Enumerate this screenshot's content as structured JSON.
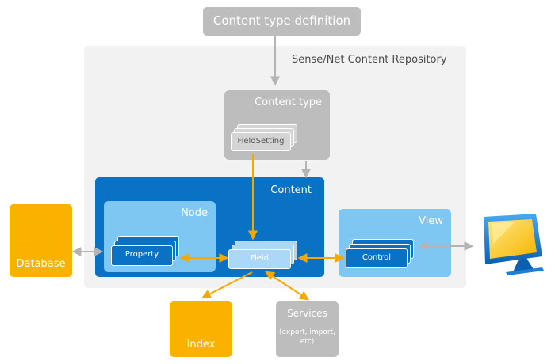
{
  "definition": {
    "label": "Content type definition"
  },
  "repository": {
    "title": "Sense/Net Content Repository"
  },
  "content_type": {
    "label": "Content type",
    "field_setting": "FieldSetting"
  },
  "content": {
    "label": "Content",
    "field": "Field"
  },
  "node": {
    "label": "Node",
    "property": "Property"
  },
  "view": {
    "label": "View",
    "control": "Control"
  },
  "database": {
    "label": "Database"
  },
  "index": {
    "label": "Index"
  },
  "services": {
    "label": "Services",
    "detail": "(export, import, etc)"
  },
  "colors": {
    "blue": "#0a72c4",
    "light_blue": "#7ec7f3",
    "orange": "#fbb100",
    "gray": "#bdbdbd",
    "repository_bg": "#f2f2f2",
    "arrow_orange": "#f5a800",
    "arrow_gray": "#b4b4b4"
  },
  "icons": {
    "client": "monitor-icon"
  }
}
